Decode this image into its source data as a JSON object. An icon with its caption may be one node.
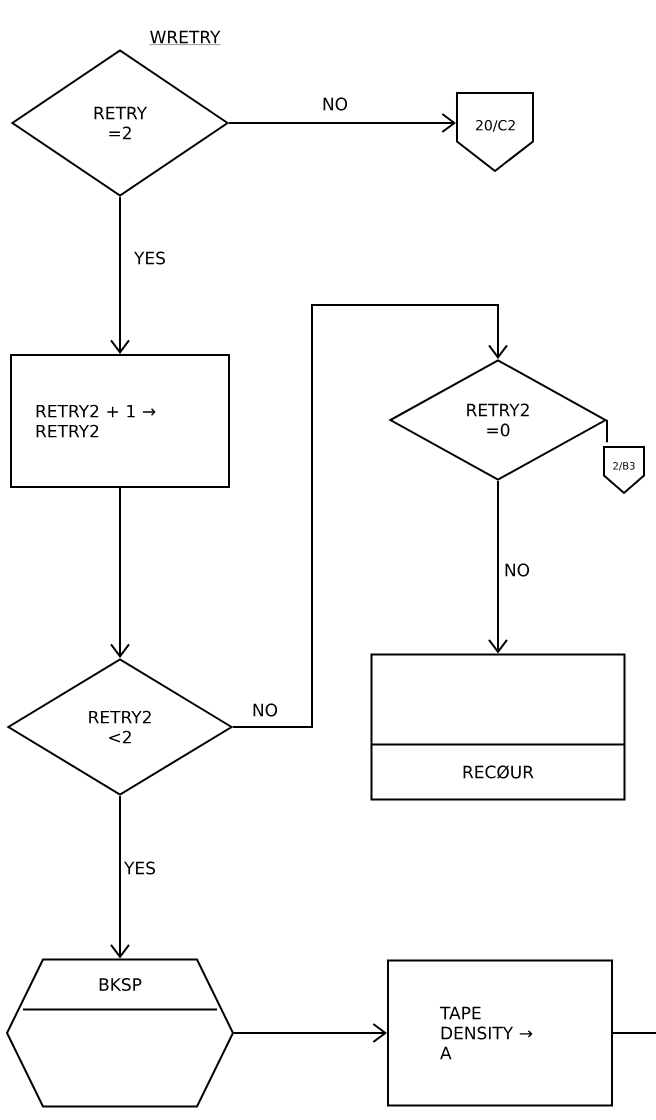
{
  "diagram": {
    "title": "WRETRY",
    "nodes": [
      {
        "text": [
          "RETRY =2"
        ]
      },
      {
        "text": [
          "20/C2"
        ]
      },
      {
        "text": [
          "RETRY2 + 1 → RETRY2"
        ]
      },
      {
        "text": [
          "RETRY2 =0"
        ]
      },
      {
        "text": [
          "2/B3"
        ]
      },
      {
        "text": [
          "RETRY2 <2"
        ]
      },
      {
        "text": [
          "RECØUR"
        ]
      },
      {
        "text": [
          "BKSP"
        ]
      },
      {
        "text": [
          "TAPE DENSITY → A"
        ]
      }
    ],
    "edges": [
      {
        "from": 0,
        "to": 1,
        "arrow": "to",
        "label": "NO"
      },
      {
        "from": 0,
        "to": 2,
        "arrow": "to",
        "label": "YES"
      },
      {
        "from": 2,
        "to": 5,
        "arrow": "to"
      },
      {
        "from": 5,
        "to": 3,
        "arrow": "to",
        "label": "NO"
      },
      {
        "from": 3,
        "to": 4,
        "arrow": "none"
      },
      {
        "from": 3,
        "to": 6,
        "arrow": "to",
        "label": "NO"
      },
      {
        "from": 5,
        "to": 7,
        "arrow": "to",
        "label": "YES"
      },
      {
        "from": 7,
        "to": 8,
        "arrow": "to"
      },
      {
        "from": 8,
        "to": null,
        "arrow": "none"
      }
    ]
  }
}
